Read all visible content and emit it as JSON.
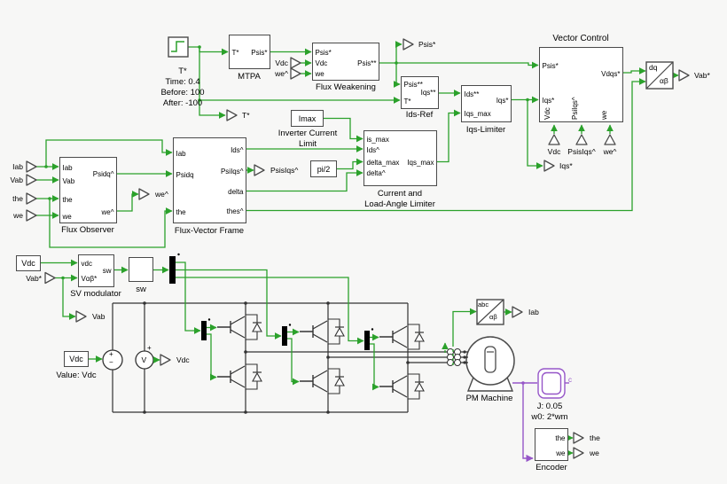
{
  "colors": {
    "signal": "#2ba12b",
    "power": "#333333",
    "mechanical": "#9656c8",
    "border": "#4a4a4a",
    "background": "#f7f7f6"
  },
  "step_source": {
    "name": "T*",
    "params": [
      "Time: 0.4",
      "Before: 100",
      "After: -100"
    ]
  },
  "blocks": {
    "mtpa": {
      "caption": "MTPA",
      "inputs": [
        "T*"
      ],
      "outputs": [
        "Psis*"
      ]
    },
    "flux_weakening": {
      "caption": "Flux Weakening",
      "inputs": [
        "Psis*",
        "Vdc",
        "we"
      ],
      "outputs": [
        "Psis**"
      ]
    },
    "ids_ref": {
      "caption": "Ids-Ref",
      "inputs": [
        "Psis**",
        "T*"
      ],
      "outputs": [
        "Iqs**"
      ]
    },
    "iqs_limiter": {
      "caption": "Iqs-Limiter",
      "inputs": [
        "Ids**",
        "Iqs_max"
      ],
      "outputs": [
        "Iqs*"
      ]
    },
    "vector_control": {
      "caption": "Vector Control",
      "inputs": [
        "Psis*",
        "Iqs*"
      ],
      "outputs": [
        "Vdqs*"
      ],
      "bottom_inputs": [
        "Vdc",
        "PsiIqs^",
        "we"
      ]
    },
    "dq_ab": {
      "top_left": "dq",
      "bottom_right": "αβ"
    },
    "flux_observer": {
      "caption": "Flux Observer",
      "inputs": [
        "Iab",
        "Vab",
        "the",
        "we"
      ],
      "outputs": [
        "Psidq^",
        "we^"
      ]
    },
    "flux_vector_frame": {
      "caption": "Flux-Vector Frame",
      "inputs": [
        "Iab",
        "Psidq",
        "the"
      ],
      "outputs": [
        "Ids^",
        "PsiIqs^",
        "delta",
        "thes^"
      ]
    },
    "imax": {
      "value": "Imax",
      "caption1": "Inverter Current",
      "caption2": "Limit"
    },
    "pi_half": {
      "value": "pi/2"
    },
    "load_angle_limiter": {
      "caption1": "Current and",
      "caption2": "Load-Angle Limiter",
      "inputs": [
        "is_max",
        "Ids^",
        "delta_max",
        "delta^"
      ],
      "outputs": [
        "Iqs_max"
      ]
    },
    "sv_modulator": {
      "caption": "SV modulator",
      "inputs": [
        "vdc",
        "Vαβ*"
      ],
      "outputs": [
        "sw"
      ]
    },
    "vdc_constant_top": {
      "value": "Vdc"
    },
    "sw_block": {
      "caption": "sw"
    },
    "vdc_constant_bottom": {
      "value": "Vdc",
      "caption": "Value: Vdc"
    },
    "dc_source": {
      "plus": "+",
      "minus": "−"
    },
    "voltmeter": {
      "glyph": "V",
      "plus": "+"
    },
    "abc_ab": {
      "top_left": "abc",
      "bottom_right": "αβ"
    },
    "pm_machine": {
      "caption": "PM Machine"
    },
    "inertia": {
      "port": "c",
      "params": [
        "J: 0.05",
        "w0: 2*wm"
      ]
    },
    "encoder": {
      "caption": "Encoder",
      "outputs": [
        "the",
        "we"
      ]
    }
  },
  "tags": {
    "t_star_out": "T*",
    "psis_star_out": "Psis*",
    "vdc_in": "Vdc",
    "we_hat_in": "we^",
    "iqs_star_out": "Iqs*",
    "vc_vdc_in": "Vdc",
    "vc_psisiqs_in": "PsisIqs^",
    "vc_we_in": "we^",
    "vab_star_out": "Vab*",
    "iab_in": "Iab",
    "vab_in": "Vab",
    "the_in": "the",
    "we_in": "we",
    "we_hat_out": "we^",
    "psisiqs_out": "PsisIqs^",
    "vab_star_in": "Vab*",
    "vab_out": "Vab",
    "vdc_out": "Vdc",
    "iab_out": "Iab",
    "the_out": "the",
    "we_out": "we"
  }
}
